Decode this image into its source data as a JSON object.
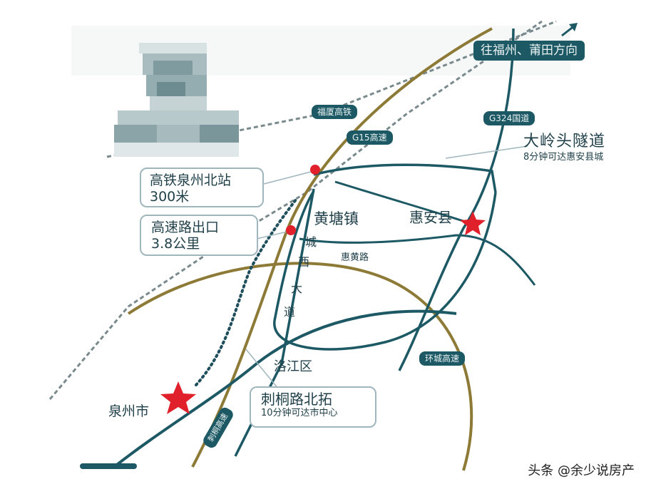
{
  "header_pill": {
    "label": "往福州、莆田方向"
  },
  "route_badges": {
    "fuxia_hsr": "福厦高铁",
    "g15": "G15高速",
    "g324": "G324国道",
    "ring_expressway": "环城高速",
    "citong_road": "刺桐高速"
  },
  "callouts": {
    "daling_tunnel": {
      "title": "大岭头隧道",
      "sub": "8分钟可达惠安县城"
    },
    "hsr_station": {
      "line1": "高铁泉州北站",
      "line2": "300米"
    },
    "expressway_exit": {
      "line1": "高速路出口",
      "line2": "3.8公里"
    },
    "citong_north": {
      "title": "刺桐路北拓",
      "sub": "10分钟可达市中心"
    }
  },
  "place_labels": {
    "huangtang": "黄塘镇",
    "huian": "惠安县",
    "quanzhou": "泉州市",
    "luojiang": "洛江区",
    "huihuang_road": "惠黄路",
    "chengxi_avenue": [
      "城",
      "西",
      "大",
      "道"
    ]
  },
  "watermark": "头条 @余少说房产",
  "colors": {
    "teal": "#1d5964",
    "gold": "#8d7a37",
    "callout_border": "#9fb6bd",
    "marker_red": "#e0202a",
    "rail_dash": "#7a8a8c"
  },
  "icons": {
    "direction_arrow": "arrow-up-right-icon",
    "star": "star-icon",
    "station_dot": "red-dot-icon"
  }
}
